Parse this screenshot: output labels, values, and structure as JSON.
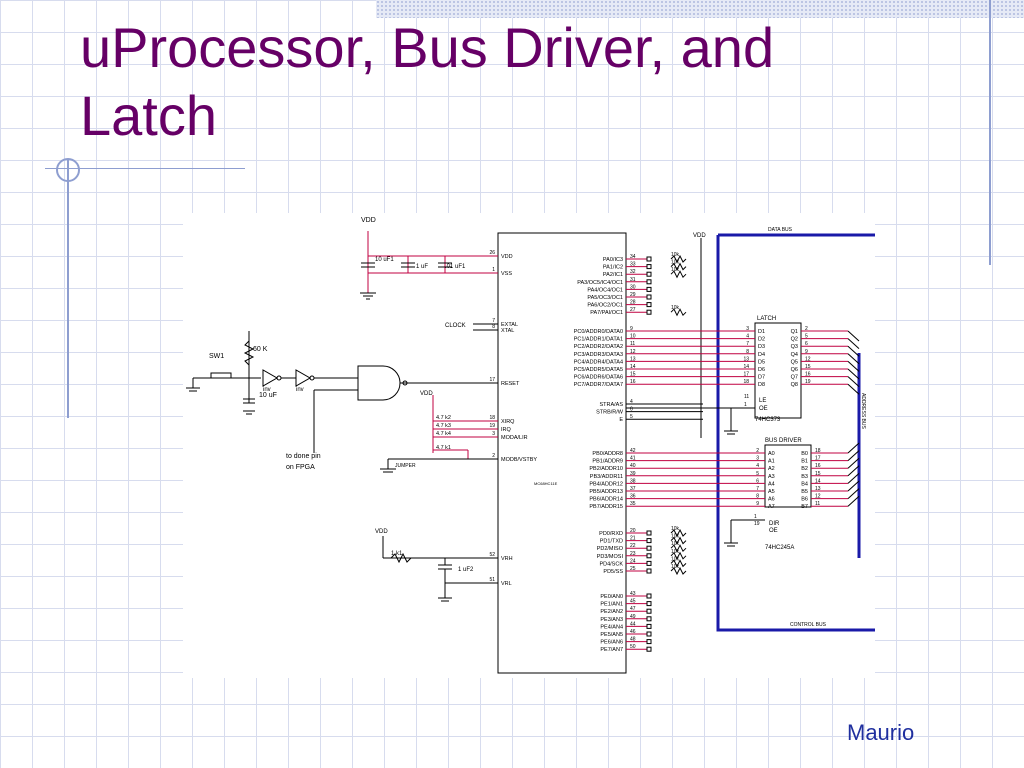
{
  "slide": {
    "title_line1": "uProcessor, Bus Driver, and",
    "title_line2": "Latch",
    "footer": "Maurio"
  },
  "schematic": {
    "vdd": "VDD",
    "cap1": "10 uF1",
    "cap2": "1 uF",
    "cap3": ".01 uF1",
    "sw": "SW1",
    "res60k": "60 K",
    "inv1": "inv",
    "inv2": "inv",
    "cap10": "10 uF",
    "clock": "CLOCK",
    "done_pin": "to done pin",
    "on_fpga": "on FPGA",
    "jumper": "JUMPER",
    "r47k": [
      "4.7 k2",
      "4.7 k3",
      "4.7 k4",
      "4.7 k1"
    ],
    "r1k": "1 k1",
    "cap1uf2": "1 uF2",
    "mcu": "MC68HC11E",
    "left_pins": [
      {
        "num": "26",
        "name": "VDD"
      },
      {
        "num": "1",
        "name": "VSS"
      },
      {
        "num": "7",
        "name": "EXTAL"
      },
      {
        "num": "8",
        "name": "XTAL"
      },
      {
        "num": "17",
        "name": "RESET"
      },
      {
        "num": "18",
        "name": "XIRQ"
      },
      {
        "num": "19",
        "name": "IRQ"
      },
      {
        "num": "3",
        "name": "MODA/LIR"
      },
      {
        "num": "2",
        "name": "MODB/VSTBY"
      },
      {
        "num": "52",
        "name": "VRH"
      },
      {
        "num": "51",
        "name": "VRL"
      }
    ],
    "port_a": [
      {
        "name": "PA0/IC3",
        "num": "34"
      },
      {
        "name": "PA1/IC2",
        "num": "33"
      },
      {
        "name": "PA2/IC1",
        "num": "32"
      },
      {
        "name": "PA3/OC5/IC4/OC1",
        "num": "31"
      },
      {
        "name": "PA4/OC4/OC1",
        "num": "30"
      },
      {
        "name": "PA5/OC3/OC1",
        "num": "29"
      },
      {
        "name": "PA6/OC2/OC1",
        "num": "28"
      },
      {
        "name": "PA7/PAI/OC1",
        "num": "27"
      }
    ],
    "port_c": [
      {
        "name": "PC0/ADDR0/DATA0",
        "num": "9"
      },
      {
        "name": "PC1/ADDR1/DATA1",
        "num": "10"
      },
      {
        "name": "PC2/ADDR2/DATA2",
        "num": "11"
      },
      {
        "name": "PC3/ADDR3/DATA3",
        "num": "12"
      },
      {
        "name": "PC4/ADDR4/DATA4",
        "num": "13"
      },
      {
        "name": "PC5/ADDR5/DATA5",
        "num": "14"
      },
      {
        "name": "PC6/ADDR6/DATA6",
        "num": "15"
      },
      {
        "name": "PC7/ADDR7/DATA7",
        "num": "16"
      }
    ],
    "strobes": [
      {
        "name": "STRA/AS",
        "num": "4"
      },
      {
        "name": "STRB/R/W",
        "num": "6"
      },
      {
        "name": "E",
        "num": "5"
      }
    ],
    "port_b": [
      {
        "name": "PB0/ADDR8",
        "num": "42"
      },
      {
        "name": "PB1/ADDR9",
        "num": "41"
      },
      {
        "name": "PB2/ADDR10",
        "num": "40"
      },
      {
        "name": "PB3/ADDR11",
        "num": "39"
      },
      {
        "name": "PB4/ADDR12",
        "num": "38"
      },
      {
        "name": "PB5/ADDR13",
        "num": "37"
      },
      {
        "name": "PB6/ADDR14",
        "num": "36"
      },
      {
        "name": "PB7/ADDR15",
        "num": "35"
      }
    ],
    "port_d": [
      {
        "name": "PD0/RXD",
        "num": "20"
      },
      {
        "name": "PD1/TXD",
        "num": "21"
      },
      {
        "name": "PD2/MISO",
        "num": "22"
      },
      {
        "name": "PD3/MOSI",
        "num": "23"
      },
      {
        "name": "PD4/SCK",
        "num": "24"
      },
      {
        "name": "PD5/SS",
        "num": "25"
      }
    ],
    "port_e": [
      {
        "name": "PE0/AN0",
        "num": "43"
      },
      {
        "name": "PE1/AN1",
        "num": "45"
      },
      {
        "name": "PE2/AN2",
        "num": "47"
      },
      {
        "name": "PE3/AN3",
        "num": "49"
      },
      {
        "name": "PE4/AN4",
        "num": "44"
      },
      {
        "name": "PE5/AN5",
        "num": "46"
      },
      {
        "name": "PE6/AN6",
        "num": "48"
      },
      {
        "name": "PE7/AN7",
        "num": "50"
      }
    ],
    "r10k": "10k",
    "latch_title": "LATCH",
    "latch_part": "74HC373",
    "latch_in_nums": [
      "3",
      "4",
      "7",
      "8",
      "13",
      "14",
      "17",
      "18"
    ],
    "latch_d": [
      "D1",
      "D2",
      "D3",
      "D4",
      "D5",
      "D6",
      "D7",
      "D8"
    ],
    "latch_q": [
      "Q1",
      "Q2",
      "Q3",
      "Q4",
      "Q5",
      "Q6",
      "Q7",
      "Q8"
    ],
    "latch_out_nums": [
      "2",
      "5",
      "6",
      "9",
      "12",
      "15",
      "16",
      "19"
    ],
    "latch_le": "LE",
    "latch_oe": "OE",
    "latch_le_num": "11",
    "latch_oe_num": "1",
    "bus_title": "BUS DRIVER",
    "bus_part": "74HC245A",
    "bus_in_nums": [
      "2",
      "3",
      "4",
      "5",
      "6",
      "7",
      "8",
      "9"
    ],
    "bus_a": [
      "A0",
      "A1",
      "A2",
      "A3",
      "A4",
      "A5",
      "A6",
      "A7"
    ],
    "bus_b": [
      "B0",
      "B1",
      "B2",
      "B3",
      "B4",
      "B5",
      "B6",
      "B7"
    ],
    "bus_out_nums": [
      "18",
      "17",
      "16",
      "15",
      "14",
      "13",
      "12",
      "11"
    ],
    "bus_dir": "DIR",
    "bus_oe": "OE",
    "bus_dir_num": "1",
    "bus_oe_num": "19",
    "data_bus": "DATA BUS",
    "address_bus": "ADDRESS BUS",
    "control_bus": "CONTROL BUS"
  }
}
